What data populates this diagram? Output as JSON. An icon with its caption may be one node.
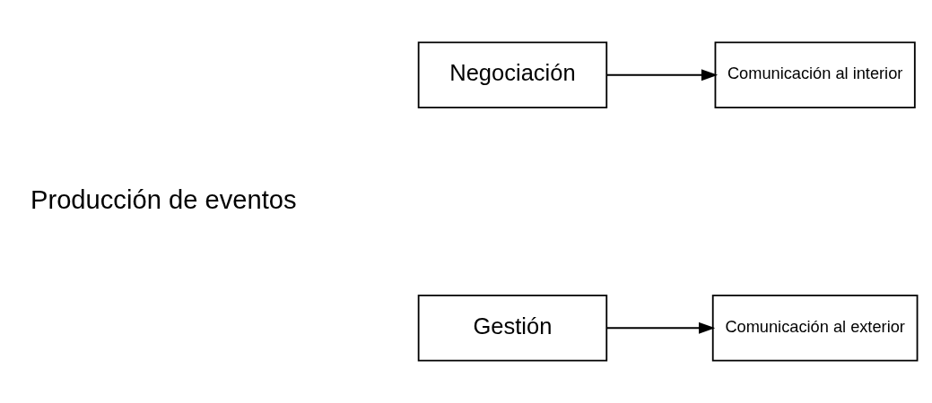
{
  "diagram": {
    "nodes": [
      {
        "text": [
          "Negociación"
        ]
      },
      {
        "text": [
          "Comunicación al interior"
        ]
      },
      {
        "text": [
          "Gestión"
        ]
      },
      {
        "text": [
          "Comunicación al exterior"
        ]
      }
    ],
    "edges": [
      {
        "from": 0,
        "to": 1,
        "arrow": "to"
      },
      {
        "from": 2,
        "to": 3,
        "arrow": "to"
      }
    ],
    "labels": [
      "Producción de eventos"
    ]
  }
}
